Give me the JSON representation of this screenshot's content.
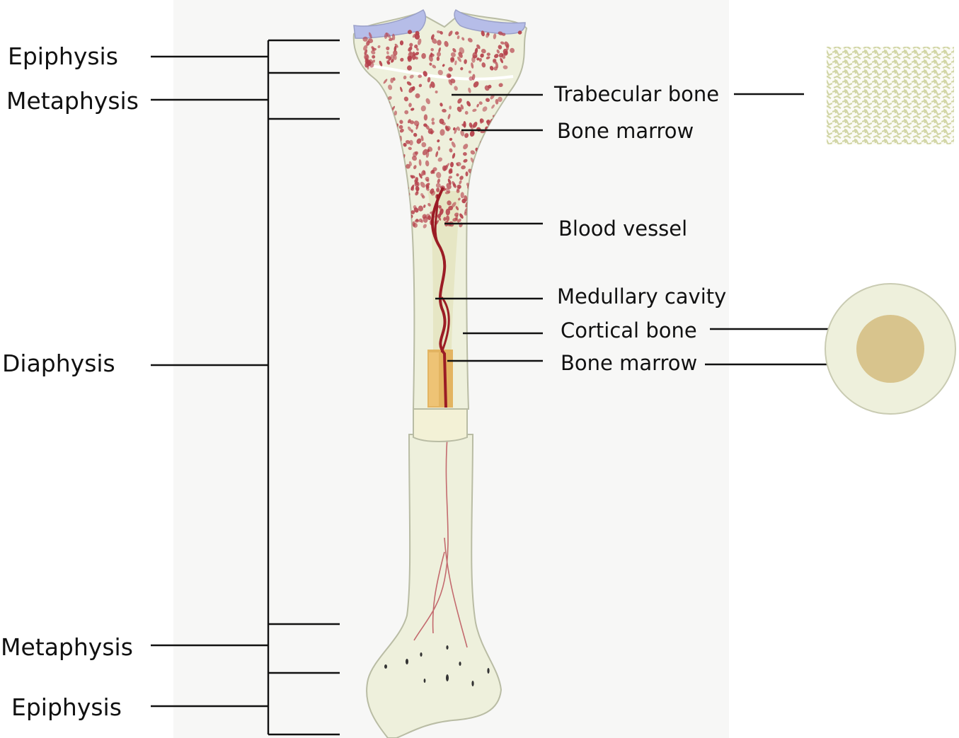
{
  "regions_left": [
    {
      "id": "epiphysis-top",
      "label": "Epiphysis"
    },
    {
      "id": "metaphysis-top",
      "label": "Metaphysis"
    },
    {
      "id": "diaphysis",
      "label": "Diaphysis"
    },
    {
      "id": "metaphysis-bottom",
      "label": "Metaphysis"
    },
    {
      "id": "epiphysis-bottom",
      "label": "Epiphysis"
    }
  ],
  "structures_right": [
    {
      "id": "trabecular-bone",
      "label": "Trabecular bone"
    },
    {
      "id": "bone-marrow-upper",
      "label": "Bone marrow"
    },
    {
      "id": "blood-vessel",
      "label": "Blood vessel"
    },
    {
      "id": "medullary-cavity",
      "label": "Medullary cavity"
    },
    {
      "id": "cortical-bone",
      "label": "Cortical bone"
    },
    {
      "id": "bone-marrow-lower",
      "label": "Bone marrow"
    }
  ],
  "colors": {
    "bone": "#eef0dc",
    "bone_outline": "#b9bca4",
    "cartilage": "#b6bde8",
    "marrow_spots": "#b5404a",
    "vessel": "#9b1c25",
    "marrow_core": "#e0a94b",
    "cross_section_outer": "#eef0dc",
    "cross_section_inner": "#d8c48d",
    "trabecular_texture": "#d3d7a9",
    "background_panel": "#f7f7f6"
  }
}
